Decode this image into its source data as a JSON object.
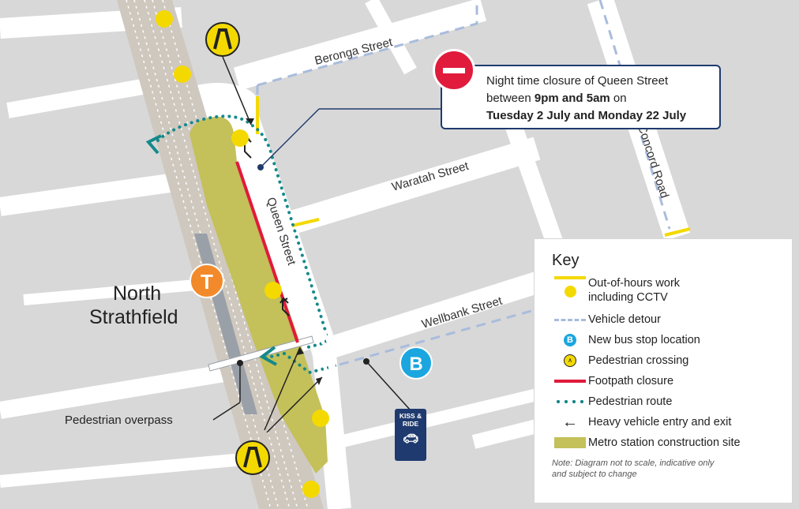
{
  "map": {
    "streets": {
      "beronga": "Beronga Street",
      "waratah": "Waratah Street",
      "concord": "Concord Road",
      "queen": "Queen Street",
      "wellbank": "Wellbank Street"
    },
    "place": {
      "line1": "North",
      "line2": "Strathfield"
    },
    "station_icon": "T",
    "bus_icon": "B",
    "overpass_label": "Pedestrian overpass",
    "kiss_ride": {
      "line1": "KISS &",
      "line2": "RIDE"
    }
  },
  "notice": {
    "line1": "Night time closure of Queen Street",
    "line2_prefix": "between ",
    "line2_bold": "9pm and 5am",
    "line2_suffix": " on",
    "line3": "Tuesday 2 July and Monday 22 July"
  },
  "key": {
    "title": "Key",
    "items": {
      "out_of_hours": "Out-of-hours work\nincluding CCTV",
      "detour": "Vehicle detour",
      "bus_stop": "New bus stop location",
      "crossing": "Pedestrian crossing",
      "footpath": "Footpath closure",
      "ped_route": "Pedestrian route",
      "heavy_vehicle": "Heavy vehicle entry and exit",
      "metro_site": "Metro station construction site"
    },
    "note": "Note: Diagram not to scale, indicative only\nand subject to change"
  },
  "colors": {
    "block": "#d8d8d8",
    "road": "#ffffff",
    "rail_corridor": "#cfc8bf",
    "construction_site": "#c4c05a",
    "footpath_closure": "#e01b3c",
    "out_of_hours": "#f4d900",
    "detour": "#a9bcdc",
    "pedestrian_route": "#16898a",
    "station": "#f28a2b",
    "bus": "#1ba6df",
    "notice_border": "#1f3a6e"
  },
  "icons": [
    "no-entry-icon",
    "train-station-icon",
    "bus-stop-icon",
    "pedestrian-crossing-icon",
    "kiss-and-ride-icon",
    "heavy-vehicle-arrow-icon"
  ]
}
